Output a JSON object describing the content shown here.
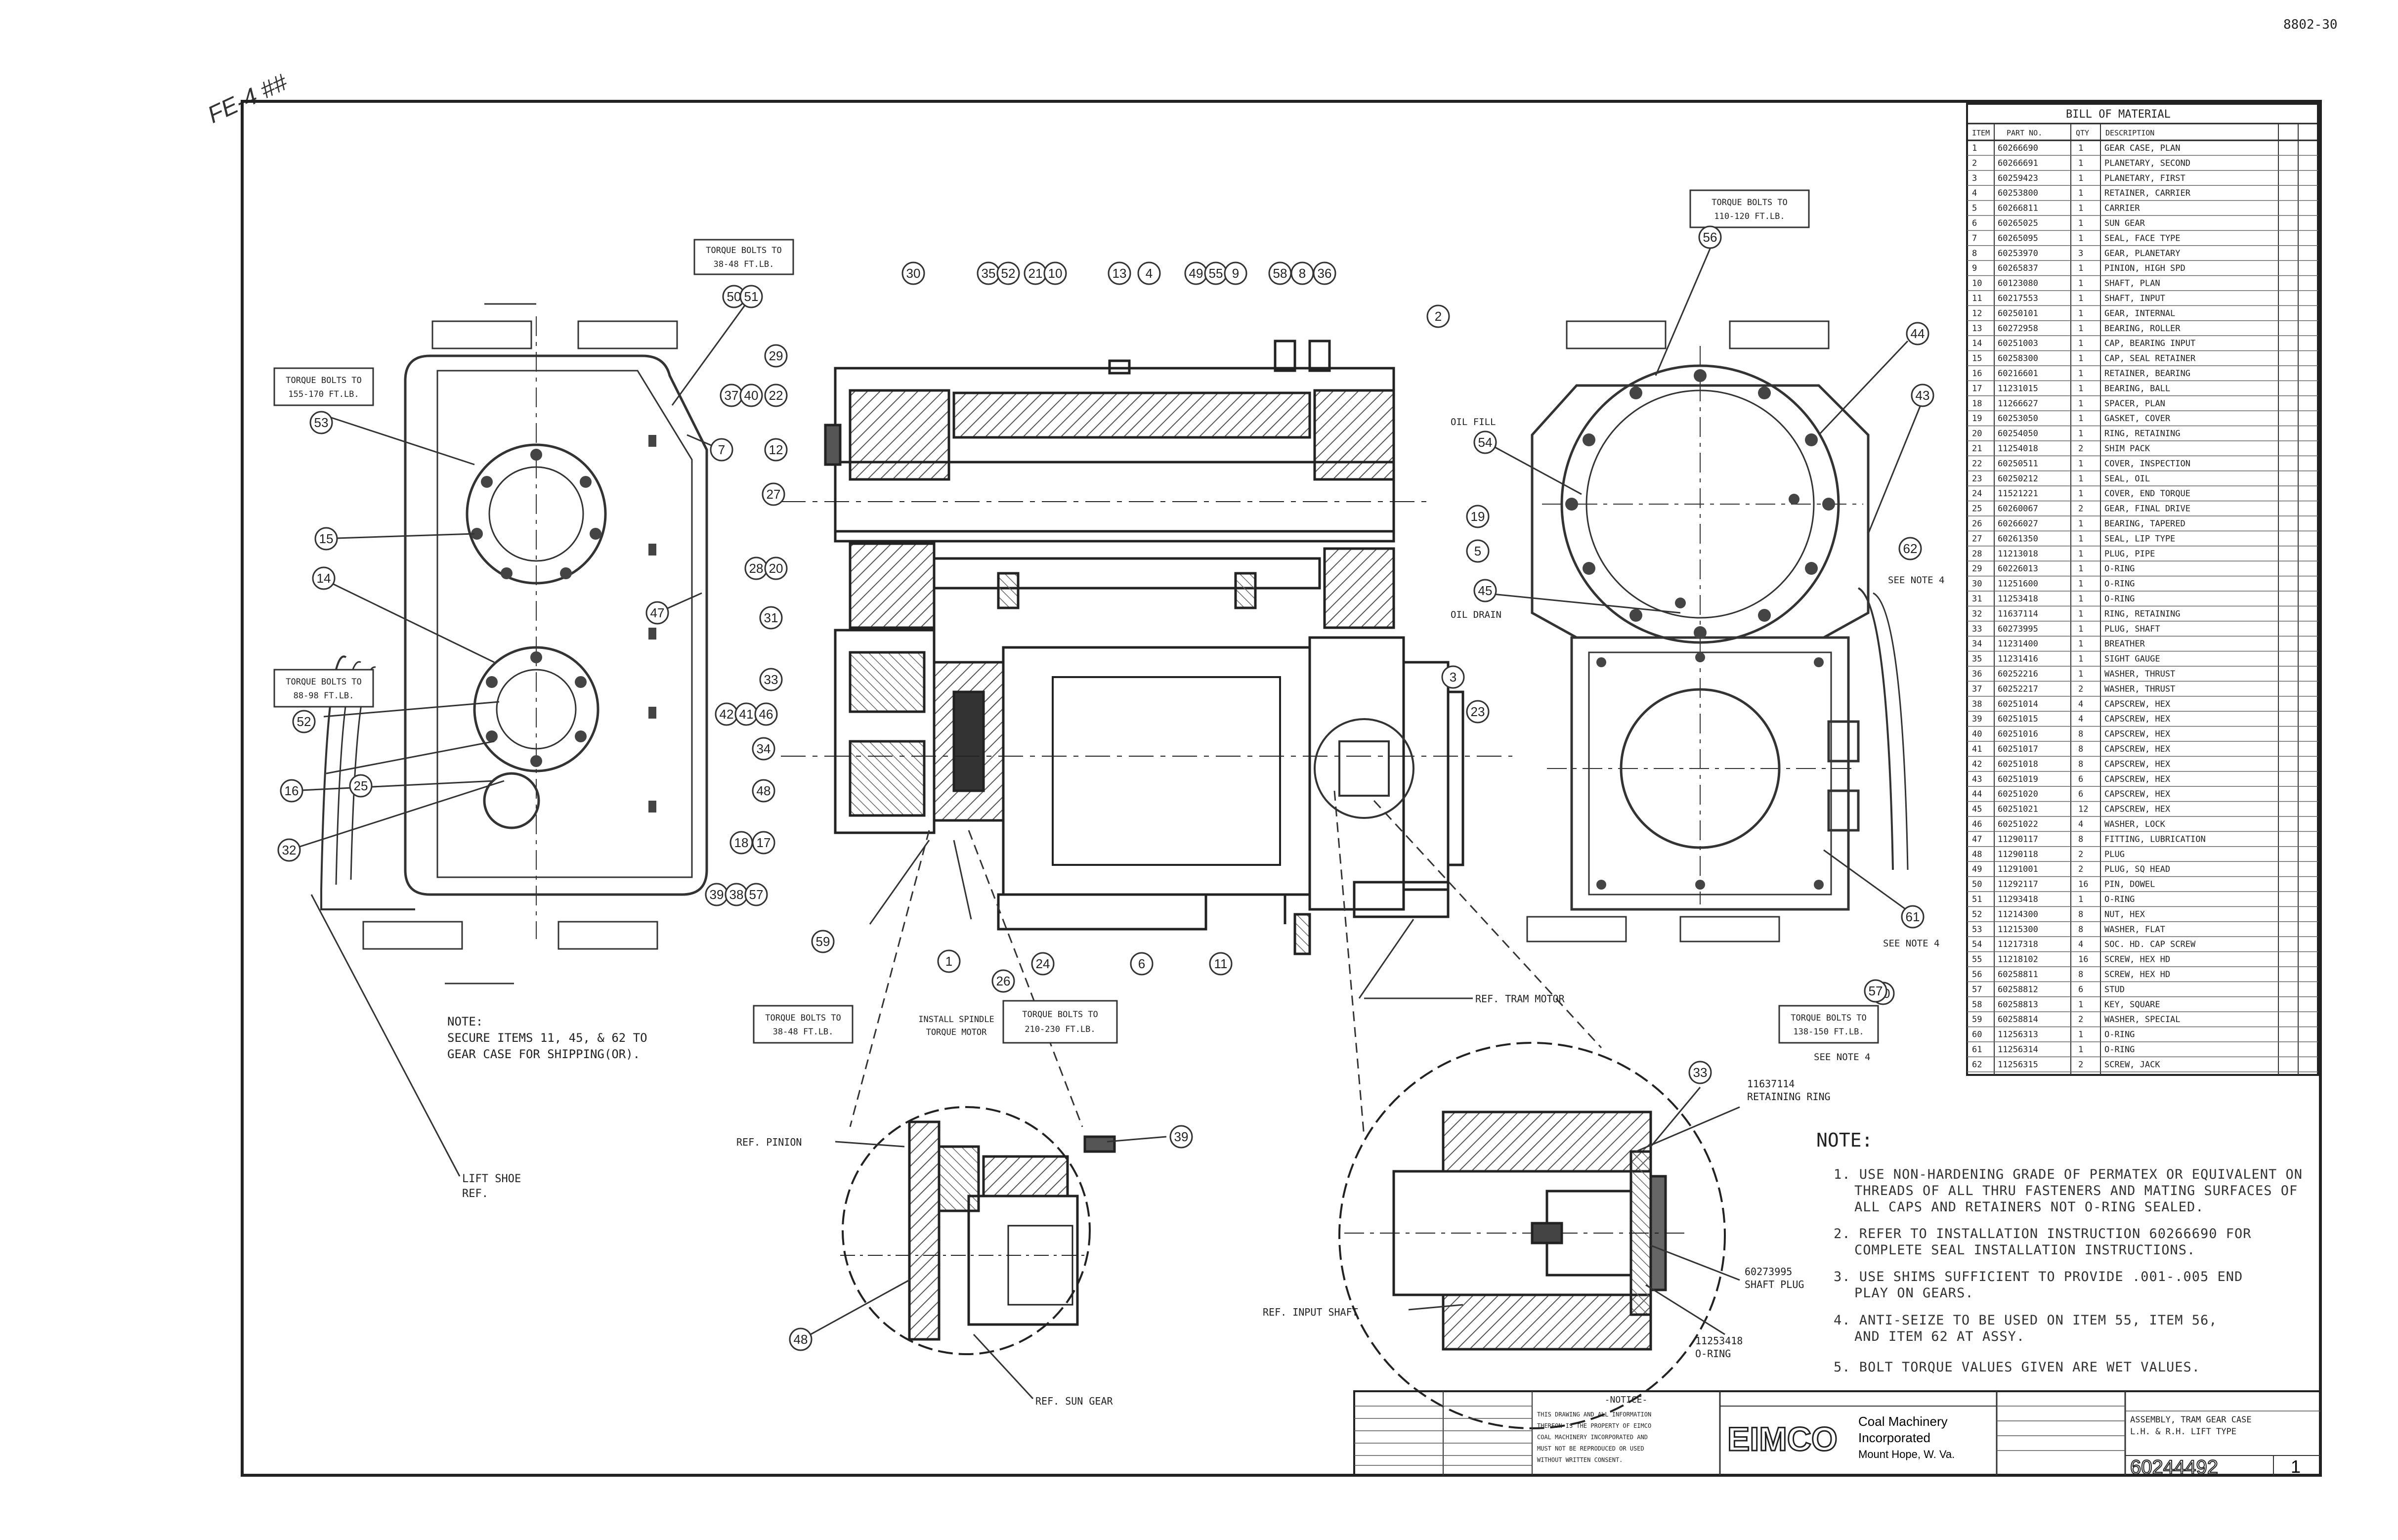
{
  "corner_stamp": "8802-30",
  "margin_scribble": "FE-4 ##",
  "callout_boxes": [
    {
      "id": "cb1",
      "lines": [
        "TORQUE BOLTS TO",
        "38-48 FT.LB."
      ]
    },
    {
      "id": "cb2",
      "lines": [
        "TORQUE BOLTS TO",
        "155-170 FT.LB."
      ]
    },
    {
      "id": "cb3",
      "lines": [
        "TORQUE BOLTS TO",
        "88-98 FT.LB."
      ]
    },
    {
      "id": "cb4",
      "lines": [
        "TORQUE BOLTS TO",
        "110-120 FT.LB."
      ]
    },
    {
      "id": "cb5",
      "lines": [
        "TORQUE BOLTS TO",
        "38-48 FT.LB."
      ]
    },
    {
      "id": "cb6",
      "lines": [
        "TORQUE BOLTS TO",
        "210-230 FT.LB."
      ]
    },
    {
      "id": "cb7",
      "lines": [
        "TORQUE BOLTS TO",
        "138-150 FT.LB."
      ]
    },
    {
      "id": "cb8",
      "lines": [
        "INSTALL SPINDLE",
        "TORQUE MOTOR"
      ]
    }
  ],
  "labels": {
    "oil_fill": "OIL FILL",
    "oil_drain": "OIL DRAIN",
    "see_note_1": "SEE NOTE 4",
    "see_note_2": "SEE NOTE 4",
    "see_note_3": "SEE NOTE 4",
    "ref_motor": "REF. TRAM MOTOR",
    "ref_pinion": "REF. PINION",
    "ref_sun_gear": "REF. SUN GEAR",
    "ref_input_shaft": "REF. INPUT SHAFT",
    "lift_shoe": [
      "LIFT SHOE",
      "REF."
    ],
    "retaining_ring": [
      "11637114",
      "RETAINING RING"
    ],
    "shaft_plug": [
      "60273995",
      "SHAFT PLUG"
    ],
    "o_ring": [
      "11253418",
      "O-RING"
    ]
  },
  "left_note": [
    "NOTE:",
    "SECURE ITEMS 11, 45, & 62 TO",
    "GEAR CASE FOR SHIPPING(OR)."
  ],
  "notes_title": "NOTE:",
  "notes": [
    [
      "1. USE NON-HARDENING GRADE OF PERMATEX OR EQUIVALENT ON",
      "THREADS OF ALL THRU FASTENERS AND MATING SURFACES OF",
      "ALL CAPS AND RETAINERS NOT O-RING SEALED."
    ],
    [
      "2. REFER TO INSTALLATION INSTRUCTION 60266690 FOR",
      "COMPLETE SEAL INSTALLATION INSTRUCTIONS."
    ],
    [
      "3. USE SHIMS SUFFICIENT TO PROVIDE .001-.005 END",
      "PLAY ON GEARS."
    ],
    [
      "4. ANTI-SEIZE TO BE USED ON ITEM 55, ITEM 56,",
      "AND ITEM 62 AT ASSY."
    ],
    [
      "5. BOLT TORQUE VALUES GIVEN ARE WET VALUES."
    ]
  ],
  "bom": {
    "title": "BILL OF MATERIAL",
    "headers": [
      "ITEM",
      "PART NO.",
      "QTY",
      "DESCRIPTION"
    ],
    "rows": [
      [
        "1",
        "60266690",
        "1",
        "GEAR CASE, PLAN"
      ],
      [
        "2",
        "60266691",
        "1",
        "PLANETARY, SECOND"
      ],
      [
        "3",
        "60259423",
        "1",
        "PLANETARY, FIRST"
      ],
      [
        "4",
        "60253800",
        "1",
        "RETAINER, CARRIER"
      ],
      [
        "5",
        "60266811",
        "1",
        "CARRIER"
      ],
      [
        "6",
        "60265025",
        "1",
        "SUN GEAR"
      ],
      [
        "7",
        "60265095",
        "1",
        "SEAL, FACE TYPE"
      ],
      [
        "8",
        "60253970",
        "3",
        "GEAR, PLANETARY"
      ],
      [
        "9",
        "60265837",
        "1",
        "PINION, HIGH SPD"
      ],
      [
        "10",
        "60123080",
        "1",
        "SHAFT, PLAN"
      ],
      [
        "11",
        "60217553",
        "1",
        "SHAFT, INPUT"
      ],
      [
        "12",
        "60250101",
        "1",
        "GEAR, INTERNAL"
      ],
      [
        "13",
        "60272958",
        "1",
        "BEARING, ROLLER"
      ],
      [
        "14",
        "60251003",
        "1",
        "CAP, BEARING INPUT"
      ],
      [
        "15",
        "60258300",
        "1",
        "CAP, SEAL RETAINER"
      ],
      [
        "16",
        "60216601",
        "1",
        "RETAINER, BEARING"
      ],
      [
        "17",
        "11231015",
        "1",
        "BEARING, BALL"
      ],
      [
        "18",
        "11266627",
        "1",
        "SPACER, PLAN"
      ],
      [
        "19",
        "60253050",
        "1",
        "GASKET, COVER"
      ],
      [
        "20",
        "60254050",
        "1",
        "RING, RETAINING"
      ],
      [
        "21",
        "11254018",
        "2",
        "SHIM PACK"
      ],
      [
        "22",
        "60250511",
        "1",
        "COVER, INSPECTION"
      ],
      [
        "23",
        "60250212",
        "1",
        "SEAL, OIL"
      ],
      [
        "24",
        "11521221",
        "1",
        "COVER, END TORQUE"
      ],
      [
        "25",
        "60260067",
        "2",
        "GEAR, FINAL DRIVE"
      ],
      [
        "26",
        "60266027",
        "1",
        "BEARING, TAPERED"
      ],
      [
        "27",
        "60261350",
        "1",
        "SEAL, LIP TYPE"
      ],
      [
        "28",
        "11213018",
        "1",
        "PLUG, PIPE"
      ],
      [
        "29",
        "60226013",
        "1",
        "O-RING"
      ],
      [
        "30",
        "11251600",
        "1",
        "O-RING"
      ],
      [
        "31",
        "11253418",
        "1",
        "O-RING"
      ],
      [
        "32",
        "11637114",
        "1",
        "RING, RETAINING"
      ],
      [
        "33",
        "60273995",
        "1",
        "PLUG, SHAFT"
      ],
      [
        "34",
        "11231400",
        "1",
        "BREATHER"
      ],
      [
        "35",
        "11231416",
        "1",
        "SIGHT GAUGE"
      ],
      [
        "36",
        "60252216",
        "1",
        "WASHER, THRUST"
      ],
      [
        "37",
        "60252217",
        "2",
        "WASHER, THRUST"
      ],
      [
        "38",
        "60251014",
        "4",
        "CAPSCREW, HEX"
      ],
      [
        "39",
        "60251015",
        "4",
        "CAPSCREW, HEX"
      ],
      [
        "40",
        "60251016",
        "8",
        "CAPSCREW, HEX"
      ],
      [
        "41",
        "60251017",
        "8",
        "CAPSCREW, HEX"
      ],
      [
        "42",
        "60251018",
        "8",
        "CAPSCREW, HEX"
      ],
      [
        "43",
        "60251019",
        "6",
        "CAPSCREW, HEX"
      ],
      [
        "44",
        "60251020",
        "6",
        "CAPSCREW, HEX"
      ],
      [
        "45",
        "60251021",
        "12",
        "CAPSCREW, HEX"
      ],
      [
        "46",
        "60251022",
        "4",
        "WASHER, LOCK"
      ],
      [
        "47",
        "11290117",
        "8",
        "FITTING, LUBRICATION"
      ],
      [
        "48",
        "11290118",
        "2",
        "PLUG"
      ],
      [
        "49",
        "11291001",
        "2",
        "PLUG, SQ HEAD"
      ],
      [
        "50",
        "11292117",
        "16",
        "PIN, DOWEL"
      ],
      [
        "51",
        "11293418",
        "1",
        "O-RING"
      ],
      [
        "52",
        "11214300",
        "8",
        "NUT, HEX"
      ],
      [
        "53",
        "11215300",
        "8",
        "WASHER, FLAT"
      ],
      [
        "54",
        "11217318",
        "4",
        "SOC. HD. CAP SCREW"
      ],
      [
        "55",
        "11218102",
        "16",
        "SCREW, HEX HD"
      ],
      [
        "56",
        "60258811",
        "8",
        "SCREW, HEX HD"
      ],
      [
        "57",
        "60258812",
        "6",
        "STUD"
      ],
      [
        "58",
        "60258813",
        "1",
        "KEY, SQUARE"
      ],
      [
        "59",
        "60258814",
        "2",
        "WASHER, SPECIAL"
      ],
      [
        "60",
        "11256313",
        "1",
        "O-RING"
      ],
      [
        "61",
        "11256314",
        "1",
        "O-RING"
      ],
      [
        "62",
        "11256315",
        "2",
        "SCREW, JACK"
      ]
    ]
  },
  "notice": {
    "title": "-NOTICE-",
    "lines": [
      "THIS DRAWING AND ALL INFORMATION",
      "THEREON IS THE PROPERTY OF EIMCO",
      "COAL MACHINERY INCORPORATED AND",
      "MUST NOT BE REPRODUCED OR USED",
      "WITHOUT WRITTEN CONSENT."
    ]
  },
  "title_block": {
    "logo": "EIMCO",
    "company_lines": [
      "Coal Machinery",
      "Incorporated",
      "Mount Hope, W. Va."
    ],
    "drawing_title_lines": [
      "ASSEMBLY, TRAM GEAR CASE",
      "L.H. & R.H. LIFT TYPE"
    ],
    "drawing_number": "60244492",
    "sheet": "1"
  }
}
